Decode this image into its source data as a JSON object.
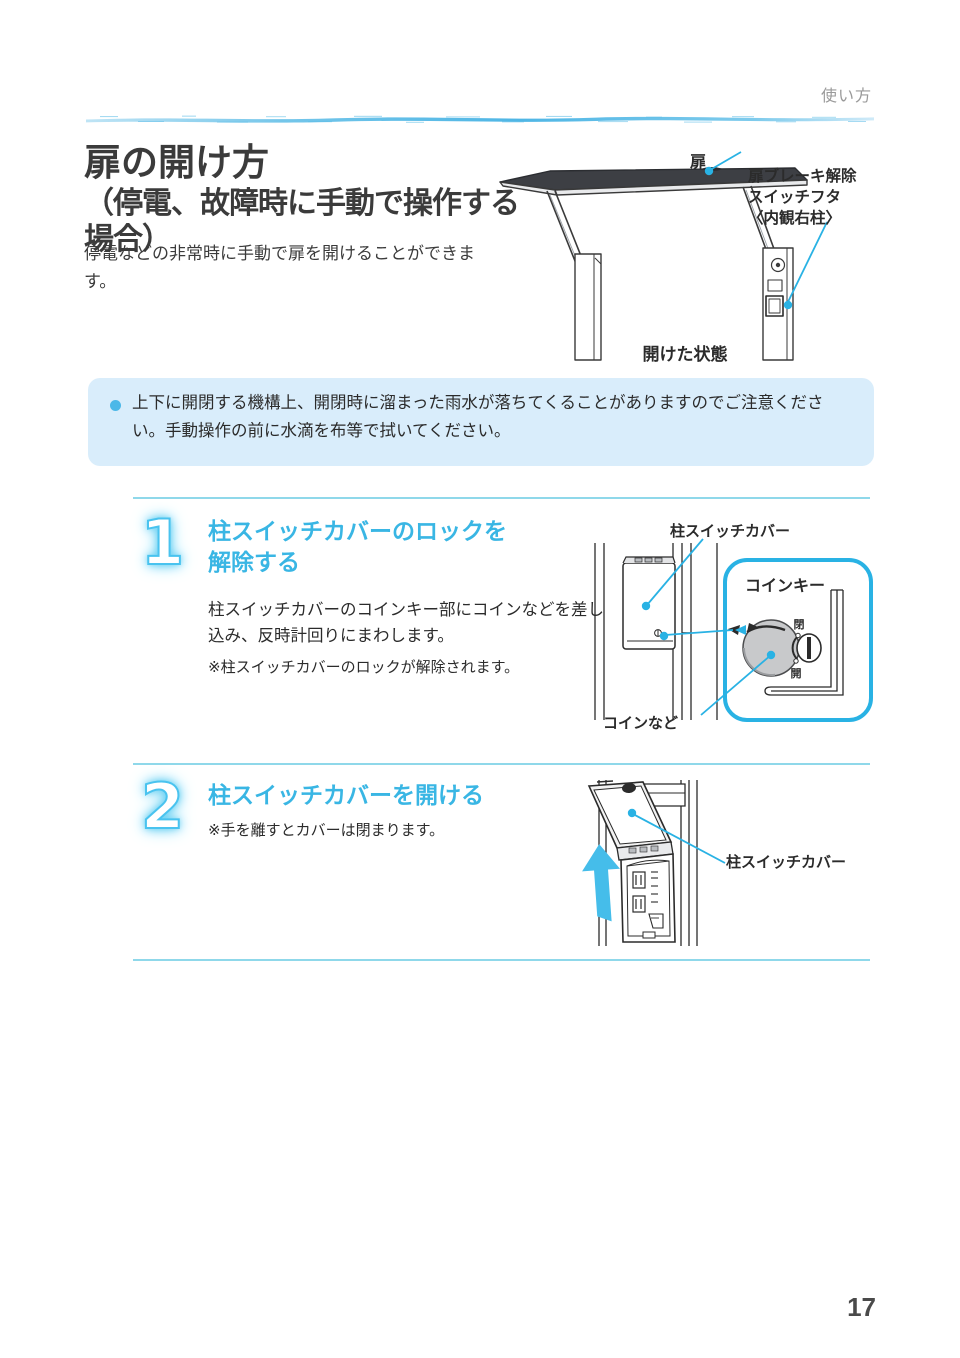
{
  "header": {
    "running_head": "使い方"
  },
  "title": {
    "main": "扉の開け方",
    "sub": "（停電、故障時に手動で操作する場合）",
    "lead": "停電などの非常時に手動で扉を開けることができます。"
  },
  "hero_figure": {
    "callout_door": "扉",
    "callout_brake_cover": "扉ブレーキ解除\nスイッチフタ\n〈内観右柱〉",
    "caption": "開けた状態"
  },
  "note": {
    "text": "上下に開閉する機構上、開閉時に溜まった雨水が落ちてくることがありますのでご注意ください。手動操作の前に水滴を布等で拭いてください。",
    "bullet_color": "#4cb8e8",
    "background_color": "#d9edfb"
  },
  "steps": [
    {
      "number": "1",
      "heading": "柱スイッチカバーのロックを\n解除する",
      "body": "柱スイッチカバーのコインキー部にコインなどを差し込み、反時計回りにまわします。",
      "note": "※柱スイッチカバーのロックが解除されます。",
      "figure": {
        "label_cover": "柱スイッチカバー",
        "label_coinkey_box": "コインキー",
        "label_coin": "コインなど",
        "dial_closed": "閉",
        "dial_open": "開"
      }
    },
    {
      "number": "2",
      "heading": "柱スイッチカバーを開ける",
      "body": "",
      "note": "※手を離すとカバーは閉まります。",
      "figure": {
        "label_cover": "柱スイッチカバー"
      }
    }
  ],
  "footer": {
    "page_number": "17"
  },
  "colors": {
    "accent_cyan": "#39b6e4",
    "rule_cyan": "#8fd8ea",
    "note_bg": "#d9edfb",
    "text_dark": "#2b2b2b",
    "runhead_gray": "#9a9a9a"
  }
}
